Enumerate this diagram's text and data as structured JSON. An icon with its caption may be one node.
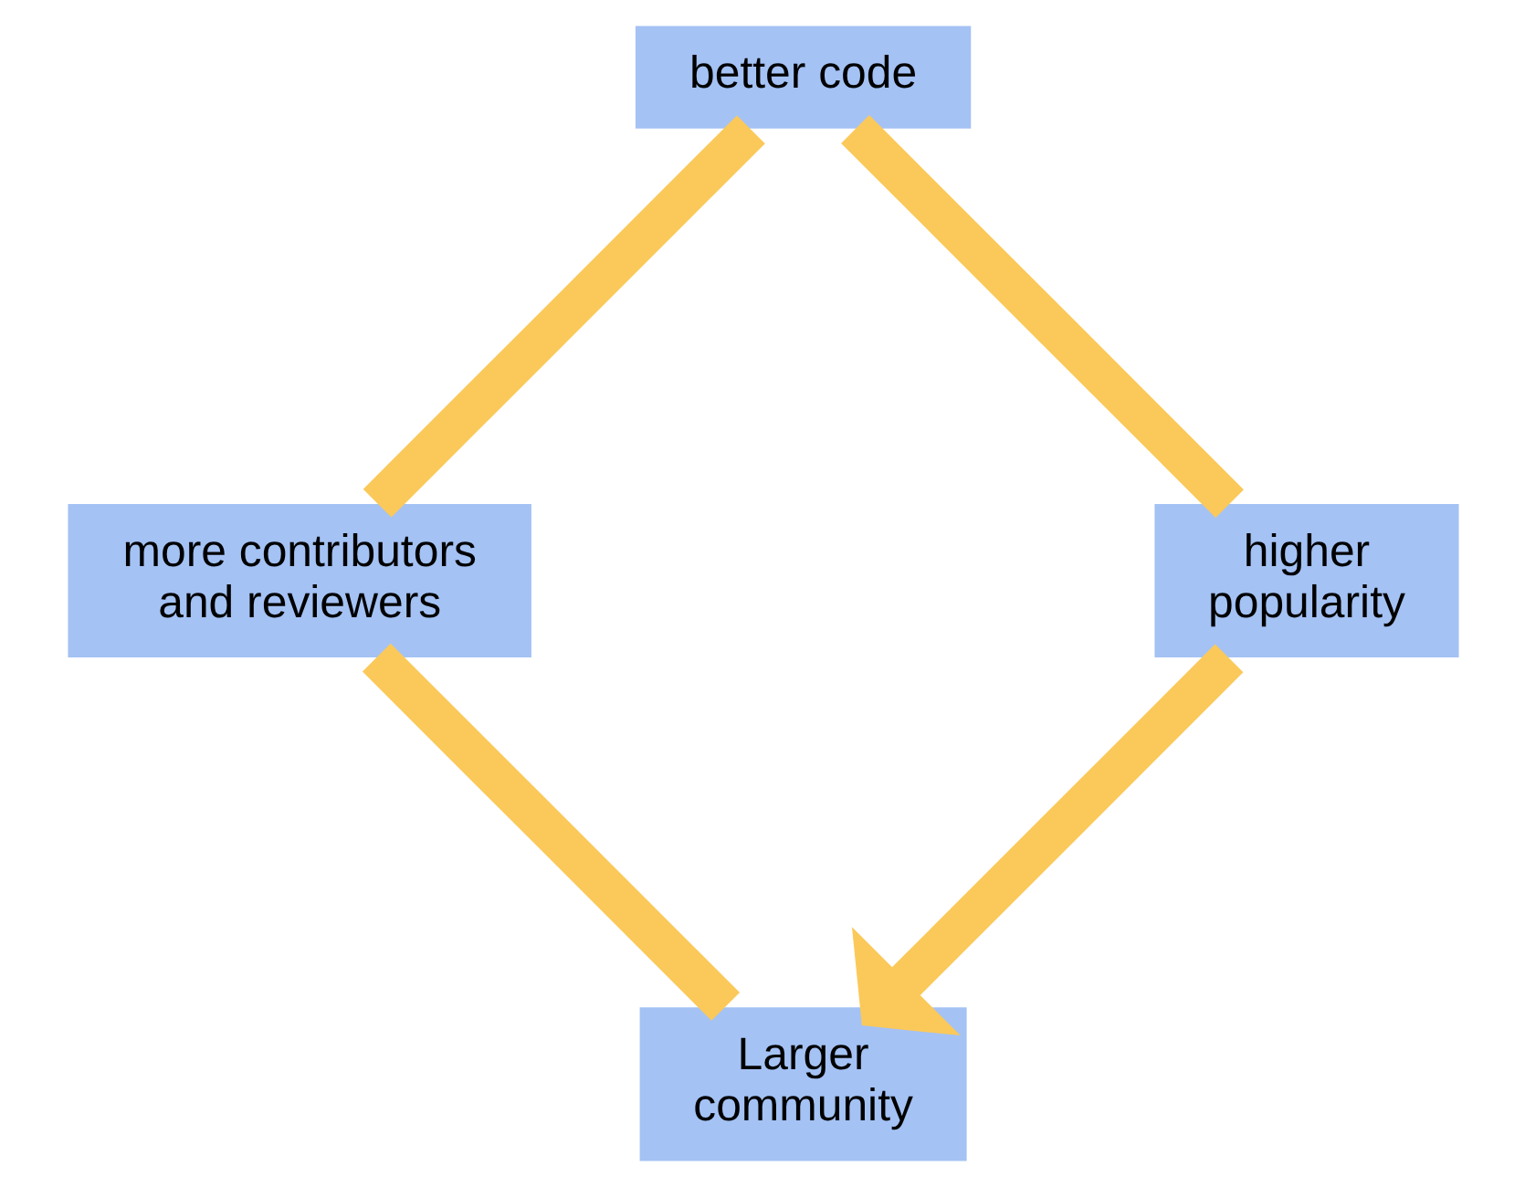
{
  "diagram": {
    "nodes": [
      {
        "text": [
          "Larger community"
        ]
      },
      {
        "text": [
          "more contributors and reviewers"
        ]
      },
      {
        "text": [
          "better code"
        ]
      },
      {
        "text": [
          "higher popularity"
        ]
      }
    ],
    "edges": [
      {
        "from": 0,
        "to": 1,
        "arrow": "none"
      },
      {
        "from": 1,
        "to": 2,
        "arrow": "none"
      },
      {
        "from": 2,
        "to": 3,
        "arrow": "none"
      },
      {
        "from": 3,
        "to": 0,
        "arrow": "to"
      }
    ]
  }
}
